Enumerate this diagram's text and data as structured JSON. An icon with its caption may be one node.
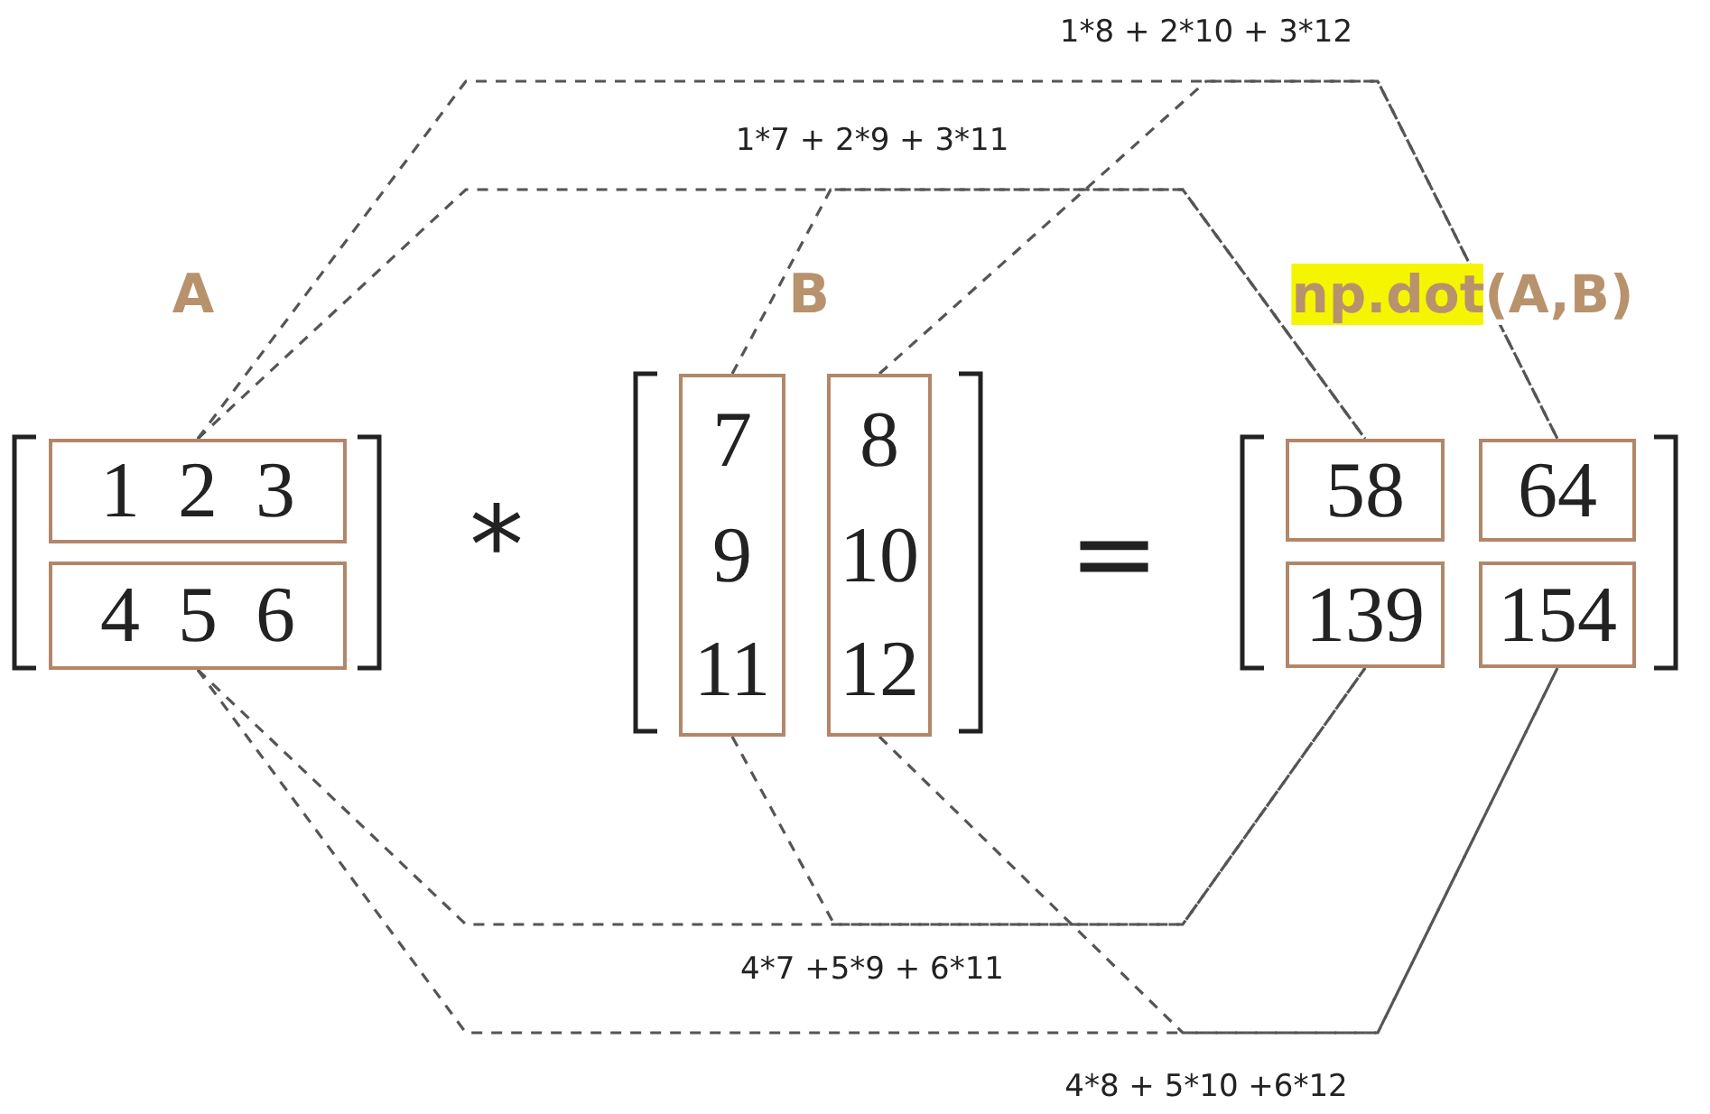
{
  "diagram": {
    "nodes": [
      {
        "text": [
          "1 2 3"
        ]
      },
      {
        "text": [
          "4 5 6"
        ]
      },
      {
        "text": [
          "7 9 11"
        ]
      },
      {
        "text": [
          "8 10 12"
        ]
      },
      {
        "text": [
          "58"
        ]
      },
      {
        "text": [
          "64"
        ]
      },
      {
        "text": [
          "139"
        ]
      },
      {
        "text": [
          "154"
        ]
      }
    ],
    "edges": [
      {
        "from": 0,
        "to": 4,
        "arrow": "none",
        "style": "dashed",
        "label": "1*7 + 2*9 + 3*11"
      },
      {
        "from": 2,
        "to": 4,
        "arrow": "none",
        "style": "dashed"
      },
      {
        "from": 0,
        "to": 5,
        "arrow": "none",
        "style": "dashed",
        "label": "1*8 + 2*10 + 3*12"
      },
      {
        "from": 3,
        "to": 5,
        "arrow": "none",
        "style": "dashed"
      },
      {
        "from": 1,
        "to": 6,
        "arrow": "none",
        "style": "dashed",
        "label": "4*7 +5*9 + 6*11"
      },
      {
        "from": 2,
        "to": 6,
        "arrow": "none",
        "style": "dashed"
      },
      {
        "from": 1,
        "to": 7,
        "arrow": "none",
        "style": "dashed",
        "label": "4*8 + 5*10 +6*12"
      },
      {
        "from": 3,
        "to": 7,
        "arrow": "none",
        "style": "dashed"
      }
    ],
    "labels": [
      "A",
      "B",
      "np.dot(A,B)",
      "*",
      "="
    ]
  }
}
